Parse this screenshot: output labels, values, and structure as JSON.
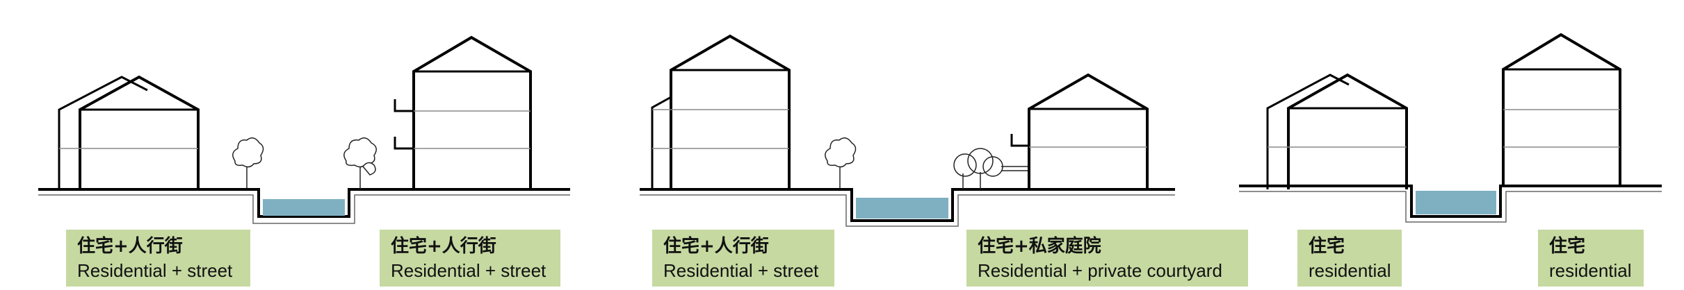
{
  "colors": {
    "water": "#7fb0c2",
    "label_bg": "#c6d9a1",
    "line": "#000000"
  },
  "sections": [
    {
      "left_label": {
        "zh": "住宅+人行街",
        "en": "Residential + street"
      },
      "right_label": {
        "zh": "住宅+人行街",
        "en": "Residential + street"
      }
    },
    {
      "left_label": {
        "zh": "住宅+人行街",
        "en": "Residential + street"
      },
      "right_label": {
        "zh": "住宅+私家庭院",
        "en": "Residential + private courtyard"
      }
    },
    {
      "left_label": {
        "zh": "住宅",
        "en": "residential"
      },
      "right_label": {
        "zh": "住宅",
        "en": "residential"
      }
    }
  ]
}
